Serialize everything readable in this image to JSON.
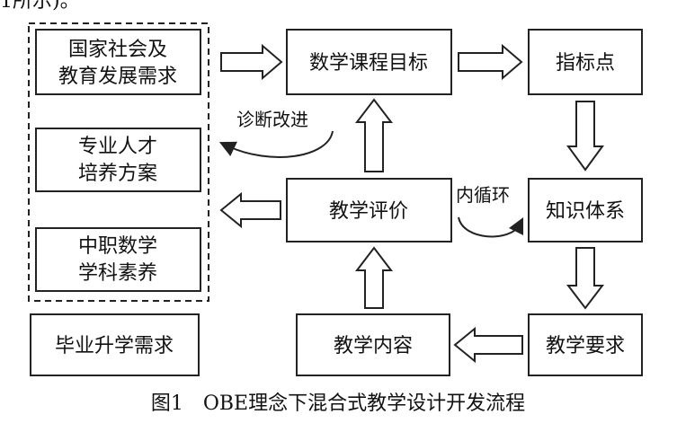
{
  "header_fragment": "1所示)。",
  "boxes": {
    "national_needs": [
      "国家社会及",
      "教育发展需求"
    ],
    "talent_plan": [
      "专业人才",
      "培养方案"
    ],
    "math_literacy": [
      "中职数学",
      "学科素养"
    ],
    "graduation_needs": "毕业升学需求",
    "course_goals": "数学课程目标",
    "indicators": "指标点",
    "knowledge_system": "知识体系",
    "teaching_requirements": "教学要求",
    "teaching_content": "教学内容",
    "teaching_evaluation": "教学评价"
  },
  "loop_labels": {
    "diagnose_improve": "诊断改进",
    "inner_loop": "内循环"
  },
  "caption": "图1　OBE理念下混合式教学设计开发流程"
}
